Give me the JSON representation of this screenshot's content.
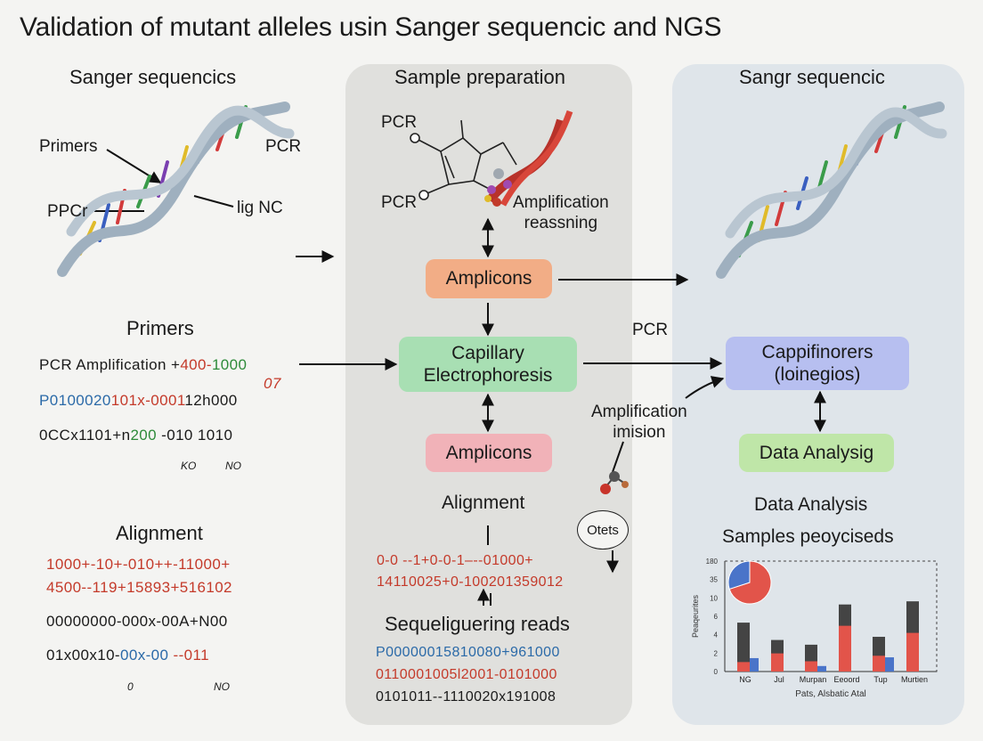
{
  "title": "Validation of mutant alleles usin Sanger sequencic and NGS",
  "left": {
    "heading": "Sanger sequencics",
    "labels": {
      "primers": "Primers",
      "pcr": "PCR",
      "ppcr": "PPCr",
      "lig": "lig NC"
    },
    "primers_heading": "Primers",
    "seq_lines": {
      "l1_a": "PCR Amplification +",
      "l1_b": "400-",
      "l1_c": "1000",
      "l1_d": "07",
      "l2_a": "P0100020",
      "l2_b": "101x-0001",
      "l2_c": "12h000",
      "l3_a": "0CCx1101+n",
      "l3_b": "200",
      "l3_c": " -010  1010",
      "m1": "KO",
      "m2": "NO"
    },
    "alignment_heading": "Alignment",
    "align_lines": {
      "a1": "1000+-10+-010++-11000+",
      "a2": "4500--119+15893+516102",
      "a3": "00000000-000x-00A+N00",
      "a4_a": "01x00x10-",
      "a4_b": "00x-00",
      "a4_c": "  --011",
      "m1": "0",
      "m2": "NO"
    }
  },
  "middle": {
    "heading": "Sample preparation",
    "labels": {
      "pcr1": "PCR",
      "pcr2": "PCR",
      "amp_reason": "Amplification\nreassning"
    },
    "box_amplicons1": "Amplicons",
    "box_capillary": "Capillary\nElectrophoresis",
    "box_amplicons2": "Amplicons",
    "alignment": "Alignment",
    "align_lines": {
      "r1": "0-0  --1+0-0-1–--01000+",
      "r2": "14110025+0-100201359012"
    },
    "reads_heading": "Sequeliguering reads",
    "reads_lines": {
      "r1": "P00000015810080+961000",
      "r2": "0110001005l2001-0101000",
      "r3": "0101011--1110020x191008"
    }
  },
  "between": {
    "pcr": "PCR",
    "amp_mision": "Amplification\nimision",
    "otets": "Otets"
  },
  "right": {
    "heading": "Sangr sequencic",
    "box_capp": "Cappifinorers\n(loinegios)",
    "box_data": "Data Analysig",
    "data_analysis": "Data Analysis",
    "samples": "Samples peoyciseds"
  },
  "chart_data": {
    "type": "bar",
    "categories": [
      "NG",
      "Jul",
      "Murpan",
      "Eeoord",
      "Tup",
      "Murtien"
    ],
    "series": [
      {
        "values": [
          6.2,
          4.0,
          3.4,
          8.5,
          4.4,
          8.9
        ]
      },
      {
        "values": [
          1.2,
          2.3,
          1.3,
          5.8,
          2.0,
          4.9
        ]
      },
      {
        "values": [
          1.7,
          0,
          0.7,
          0,
          1.8,
          0
        ]
      }
    ],
    "colors": [
      "#444444",
      "#e2544a",
      "#4a74c9"
    ],
    "y_ticks": [
      "0",
      "2",
      "4",
      "6",
      "10",
      "35",
      "180"
    ],
    "ylabel": "Peaqeurites",
    "xlabel": "Pats, Alsbatic Atal",
    "ylim": [
      0,
      14
    ],
    "pie": {
      "values": [
        70,
        30
      ],
      "colors": [
        "#e2544a",
        "#4a74c9"
      ]
    }
  }
}
